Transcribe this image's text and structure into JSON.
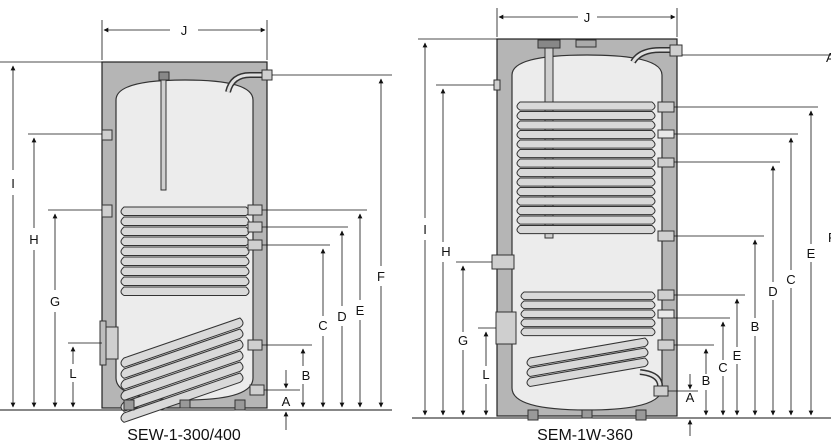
{
  "figures": [
    {
      "caption": "SEW-1-300/400",
      "labels": {
        "A": "A",
        "B": "B",
        "C": "C",
        "D": "D",
        "E": "E",
        "F": "F",
        "G": "G",
        "H": "H",
        "I": "I",
        "J": "J",
        "L": "L"
      }
    },
    {
      "caption": "SEM-1W-360",
      "labels": {
        "A": "A",
        "B": "B",
        "C": "C",
        "D": "D",
        "E": "E",
        "F": "F",
        "G": "G",
        "H": "H",
        "I": "I",
        "J": "J",
        "L": "L"
      }
    }
  ],
  "colors": {
    "jacket": "#b5b5b5",
    "tank": "#ececec",
    "coil": "#d9d9d9",
    "line": "#111111"
  }
}
